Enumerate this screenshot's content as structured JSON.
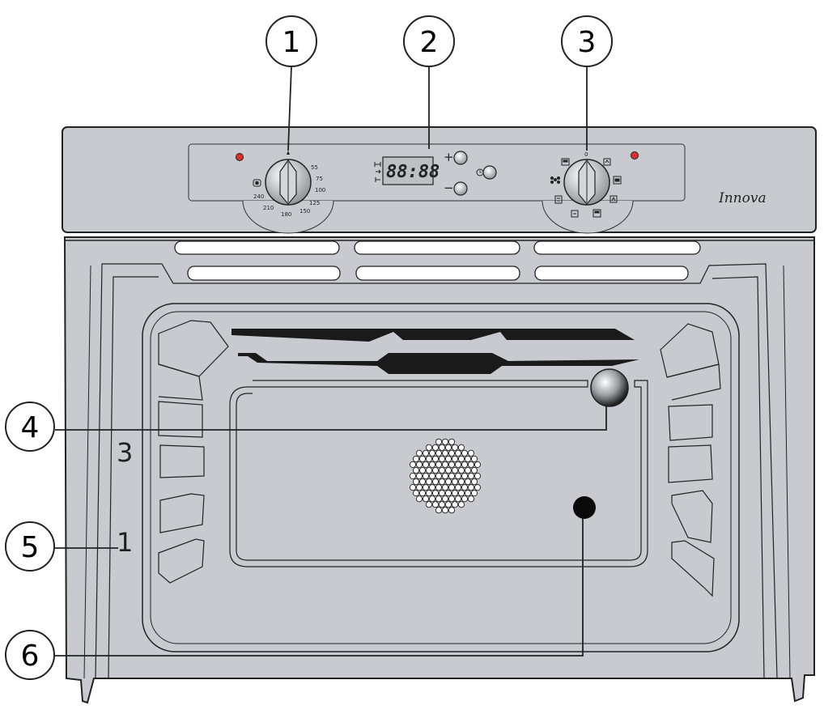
{
  "callouts": [
    {
      "number": "1"
    },
    {
      "number": "2"
    },
    {
      "number": "3"
    },
    {
      "number": "4"
    },
    {
      "number": "5"
    },
    {
      "number": "6"
    }
  ],
  "side_labels": {
    "rack_upper": "3",
    "rack_lower": "1"
  },
  "control_panel": {
    "brand": "Innova",
    "display_digits": "88:88",
    "plus_symbol": "+",
    "minus_symbol": "−",
    "temperature_dial_ticks": [
      "55",
      "75",
      "100",
      "125",
      "150",
      "180",
      "210",
      "240"
    ],
    "function_dial_top_label": "0"
  },
  "colors": {
    "body": "#c8cad0",
    "outline": "#222222",
    "indicator_led": "#d9322b",
    "lcd_screen": "#bdbfc4",
    "background": "#ffffff"
  }
}
